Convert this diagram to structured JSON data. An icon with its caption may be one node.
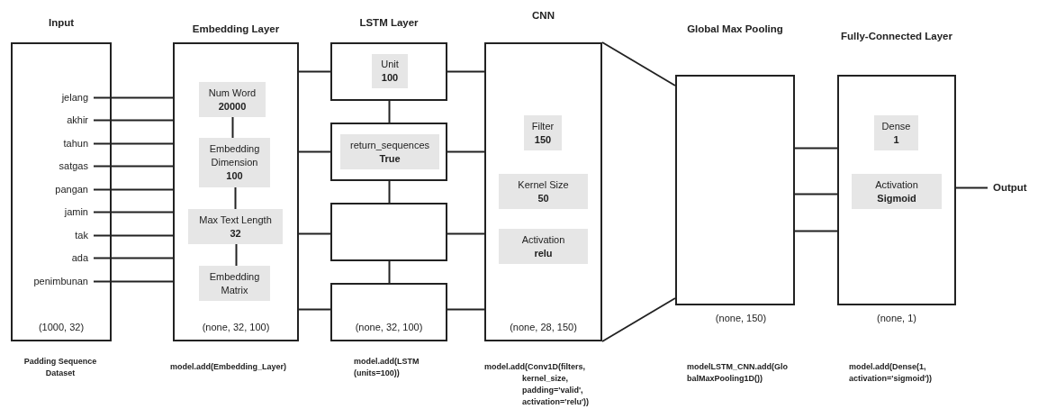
{
  "diagram": {
    "nodes": [
      {
        "text": [
          "Input",
          "(1000, 32)"
        ]
      },
      {
        "text": [
          "jelang"
        ],
        "in": 0
      },
      {
        "text": [
          "akhir"
        ],
        "in": 0
      },
      {
        "text": [
          "tahun"
        ],
        "in": 0
      },
      {
        "text": [
          "satgas"
        ],
        "in": 0
      },
      {
        "text": [
          "pangan"
        ],
        "in": 0
      },
      {
        "text": [
          "jamin"
        ],
        "in": 0
      },
      {
        "text": [
          "tak"
        ],
        "in": 0
      },
      {
        "text": [
          "ada"
        ],
        "in": 0
      },
      {
        "text": [
          "penimbunan"
        ],
        "in": 0
      },
      {
        "text": [
          "Embedding Layer",
          "(none, 32, 100)"
        ]
      },
      {
        "text": [
          "Num Word",
          "20000"
        ],
        "in": 10
      },
      {
        "text": [
          "Embedding Dimension",
          "100"
        ],
        "in": 10
      },
      {
        "text": [
          "Max Text Length",
          "32"
        ],
        "in": 10
      },
      {
        "text": [
          "Embedding Matrix"
        ],
        "in": 10
      },
      {
        "text": [
          "LSTM Layer"
        ]
      },
      {
        "text": [
          "Unit",
          "100"
        ],
        "in": 15
      },
      {
        "text": [],
        "shape": "box"
      },
      {
        "text": [
          "return_sequences",
          "True"
        ],
        "in": 17
      },
      {
        "text": [],
        "shape": "box"
      },
      {
        "text": [
          "(none, 32, 100)"
        ]
      },
      {
        "text": [
          "CNN",
          "(none, 28, 150)"
        ]
      },
      {
        "text": [
          "Filter",
          "150"
        ],
        "in": 21
      },
      {
        "text": [
          "Kernel Size",
          "50"
        ],
        "in": 21
      },
      {
        "text": [
          "Activation",
          "relu"
        ],
        "in": 21
      },
      {
        "text": [
          "Global Max Pooling"
        ],
        "beside": [
          "(none, 150)"
        ]
      },
      {
        "text": [
          "Fully-Connected Layer"
        ],
        "beside": [
          "(none, 1)"
        ]
      },
      {
        "text": [
          "Dense",
          "1"
        ],
        "in": 26
      },
      {
        "text": [
          "Activation",
          "Sigmoid"
        ],
        "in": 26
      },
      {
        "text": [
          "Output"
        ]
      }
    ],
    "edges": [
      {
        "from": 1,
        "to": 10,
        "arrow": "none"
      },
      {
        "from": 2,
        "to": 10,
        "arrow": "none"
      },
      {
        "from": 3,
        "to": 10,
        "arrow": "none"
      },
      {
        "from": 4,
        "to": 10,
        "arrow": "none"
      },
      {
        "from": 5,
        "to": 10,
        "arrow": "none"
      },
      {
        "from": 6,
        "to": 10,
        "arrow": "none"
      },
      {
        "from": 7,
        "to": 10,
        "arrow": "none"
      },
      {
        "from": 8,
        "to": 10,
        "arrow": "none"
      },
      {
        "from": 9,
        "to": 10,
        "arrow": "none"
      },
      {
        "from": 11,
        "to": 12,
        "arrow": "none"
      },
      {
        "from": 12,
        "to": 13,
        "arrow": "none"
      },
      {
        "from": 13,
        "to": 14,
        "arrow": "none"
      },
      {
        "from": 10,
        "to": 15,
        "arrow": "none"
      },
      {
        "from": 10,
        "to": 17,
        "arrow": "none"
      },
      {
        "from": 10,
        "to": 19,
        "arrow": "none"
      },
      {
        "from": 10,
        "to": 20,
        "arrow": "none"
      },
      {
        "from": 15,
        "to": 17,
        "arrow": "none"
      },
      {
        "from": 17,
        "to": 19,
        "arrow": "none"
      },
      {
        "from": 19,
        "to": 20,
        "arrow": "none"
      },
      {
        "from": 15,
        "to": 21,
        "arrow": "none"
      },
      {
        "from": 17,
        "to": 21,
        "arrow": "none"
      },
      {
        "from": 19,
        "to": 21,
        "arrow": "none"
      },
      {
        "from": 20,
        "to": 21,
        "arrow": "none"
      },
      {
        "from": 21,
        "to": 25,
        "arrow": "none"
      },
      {
        "from": 21,
        "to": 25,
        "arrow": "none"
      },
      {
        "from": 25,
        "to": 26,
        "arrow": "none"
      },
      {
        "from": 25,
        "to": 26,
        "arrow": "none"
      },
      {
        "from": 25,
        "to": 26,
        "arrow": "none"
      },
      {
        "from": 26,
        "to": 29,
        "arrow": "none"
      }
    ],
    "labels": [
      "Padding Sequence Dataset",
      "model.add(Embedding_Layer)",
      "model.add(LSTM (units=100))",
      "model.add(Conv1D(filters, kernel_size, padding='valid', activation='relu'))",
      "modelLSTM_CNN.add(GlobalMaxPooling1D())",
      "model.add(Dense(1, activation='sigmoid'))"
    ]
  }
}
